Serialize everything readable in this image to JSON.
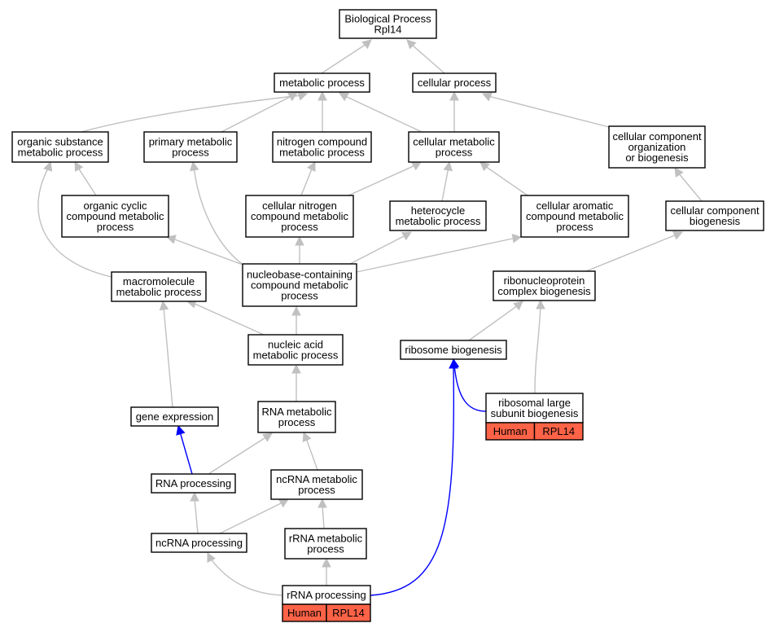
{
  "diagram": {
    "colors": {
      "edge": "#c0c0c0",
      "highlight_edge": "#0000ff",
      "tag_fill": "#ff6347",
      "node_stroke": "#000000"
    },
    "nodes": {
      "root": [
        "Biological Process",
        "Rpl14"
      ],
      "metabolic": [
        "metabolic process"
      ],
      "cellular": [
        "cellular process"
      ],
      "organic_substance": [
        "organic substance",
        "metabolic process"
      ],
      "primary": [
        "primary metabolic",
        "process"
      ],
      "nitrogen": [
        "nitrogen compound",
        "metabolic process"
      ],
      "cellular_metabolic": [
        "cellular metabolic",
        "process"
      ],
      "ccob": [
        "cellular component",
        "organization",
        "or biogenesis"
      ],
      "organic_cyclic": [
        "organic cyclic",
        "compound metabolic",
        "process"
      ],
      "cell_nitrogen": [
        "cellular nitrogen",
        "compound metabolic",
        "process"
      ],
      "heterocycle": [
        "heterocycle",
        "metabolic process"
      ],
      "aromatic": [
        "cellular aromatic",
        "compound metabolic",
        "process"
      ],
      "ccb": [
        "cellular component",
        "biogenesis"
      ],
      "macromolecule": [
        "macromolecule",
        "metabolic process"
      ],
      "nucleobase": [
        "nucleobase-containing",
        "compound metabolic",
        "process"
      ],
      "rnp": [
        "ribonucleoprotein",
        "complex biogenesis"
      ],
      "nucleic": [
        "nucleic acid",
        "metabolic process"
      ],
      "ribosome": [
        "ribosome biogenesis"
      ],
      "gene_expr": [
        "gene expression"
      ],
      "rna_metabolic": [
        "RNA metabolic",
        "process"
      ],
      "large_subunit": [
        "ribosomal large",
        "subunit biogenesis"
      ],
      "rna_processing": [
        "RNA processing"
      ],
      "ncrna_metabolic": [
        "ncRNA metabolic",
        "process"
      ],
      "ncrna_processing": [
        "ncRNA processing"
      ],
      "rrna_metabolic": [
        "rRNA metabolic",
        "process"
      ],
      "rrna_processing": [
        "rRNA processing"
      ]
    },
    "tags": {
      "large_subunit": [
        "Human",
        "RPL14"
      ],
      "rrna_processing": [
        "Human",
        "RPL14"
      ]
    }
  }
}
